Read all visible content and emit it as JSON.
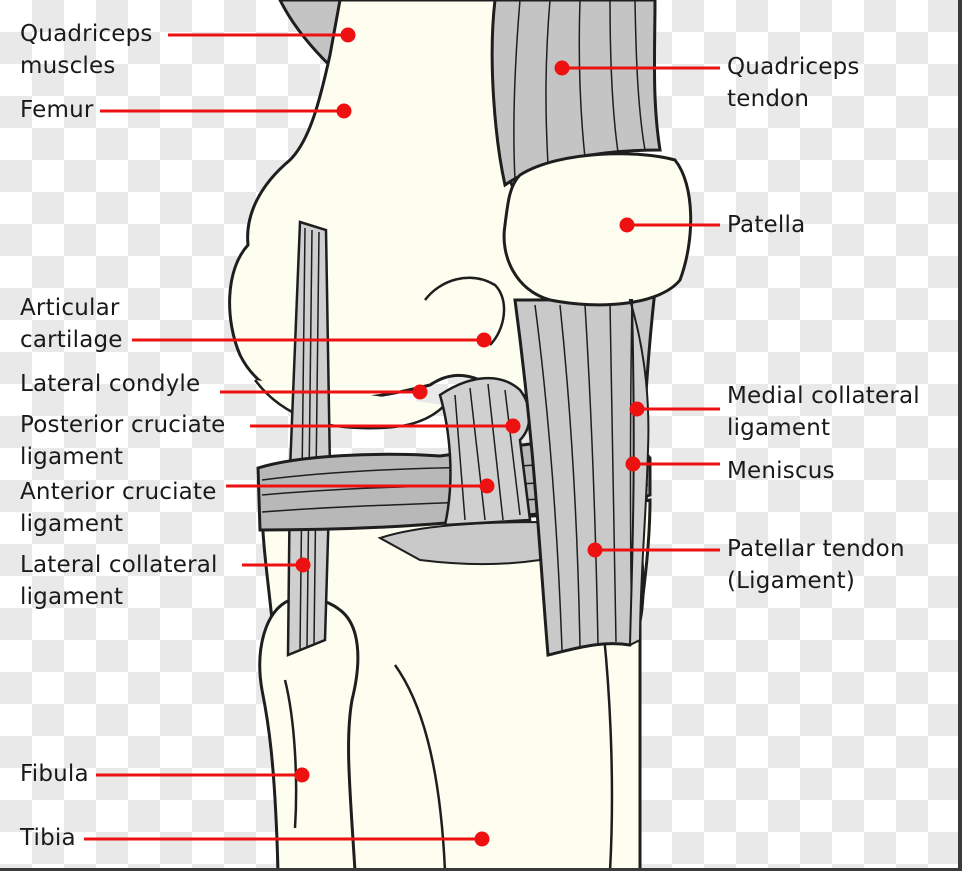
{
  "diagram": {
    "colors": {
      "bone": "#fdfdf0",
      "ligament": "#c8c8c8",
      "tendon": "#bdbdbd",
      "outline": "#1e1e1e",
      "pointer": "#ee1111"
    },
    "labels": {
      "quadriceps_muscles": [
        "Quadriceps",
        "muscles"
      ],
      "femur": [
        "Femur"
      ],
      "articular_cartilage": [
        "Articular",
        "cartilage"
      ],
      "lateral_condyle": [
        "Lateral condyle"
      ],
      "posterior_cruciate": [
        "Posterior cruciate",
        "ligament"
      ],
      "anterior_cruciate": [
        "Anterior cruciate",
        "ligament"
      ],
      "lateral_collateral": [
        "Lateral collateral",
        "ligament"
      ],
      "fibula": [
        "Fibula"
      ],
      "tibia": [
        "Tibia"
      ],
      "quadriceps_tendon": [
        "Quadriceps",
        "tendon"
      ],
      "patella": [
        "Patella"
      ],
      "medial_collateral": [
        "Medial collateral",
        "ligament"
      ],
      "meniscus": [
        "Meniscus"
      ],
      "patellar_tendon": [
        "Patellar tendon",
        "(Ligament)"
      ]
    }
  }
}
